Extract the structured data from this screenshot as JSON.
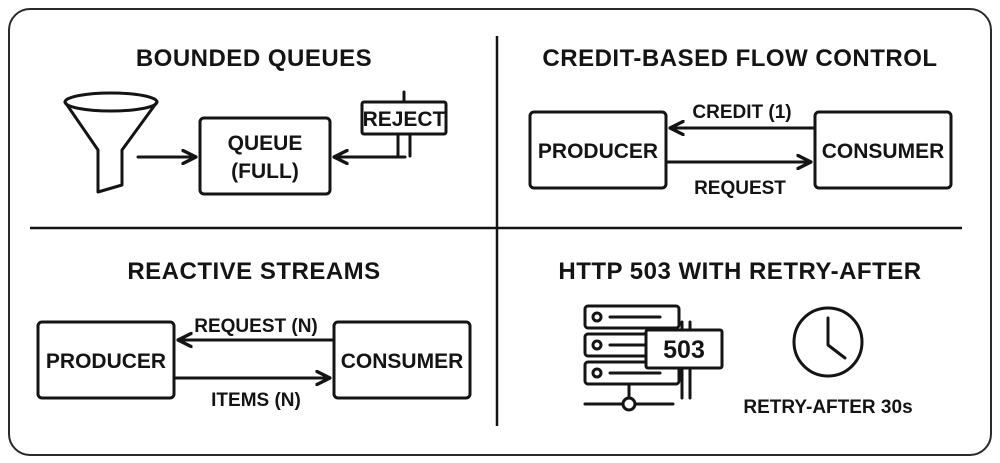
{
  "panels": {
    "bounded_queues": {
      "title": "BOUNDED QUEUES",
      "queue_line1": "QUEUE",
      "queue_line2": "(FULL)",
      "reject": "REJECT",
      "icons": [
        "funnel-icon",
        "signpost-icon"
      ]
    },
    "credit_flow": {
      "title": "CREDIT-BASED FLOW CONTROL",
      "producer": "PRODUCER",
      "consumer": "CONSUMER",
      "credit": "CREDIT (1)",
      "request": "REQUEST"
    },
    "reactive_streams": {
      "title": "REACTIVE STREAMS",
      "producer": "PRODUCER",
      "consumer": "CONSUMER",
      "request": "REQUEST (N)",
      "items": "ITEMS (N)"
    },
    "http_503": {
      "title": "HTTP 503 WITH RETRY-AFTER",
      "status_code": "503",
      "retry_after": "RETRY-AFTER 30s",
      "icons": [
        "server-rack-icon",
        "clock-icon"
      ]
    }
  },
  "colors": {
    "ink": "#141414",
    "background": "#ffffff",
    "border": "#2a2a2a"
  }
}
